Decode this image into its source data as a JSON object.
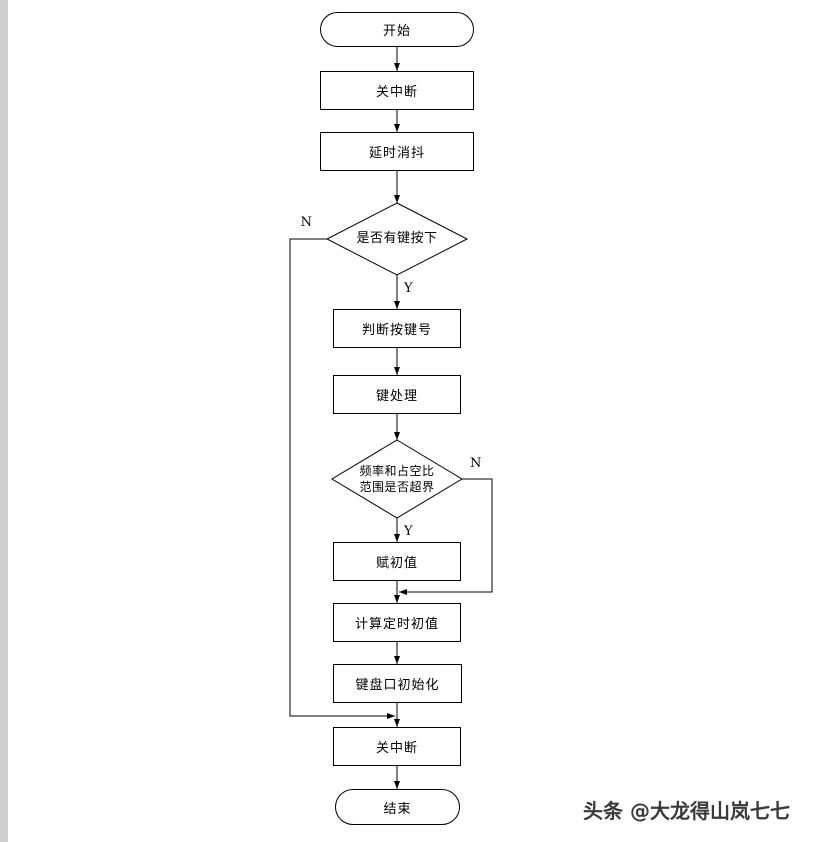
{
  "page": {
    "background": "#ffffff",
    "line_color": "#000000"
  },
  "flowchart": {
    "nodes": {
      "start": {
        "label": "开始"
      },
      "disable_interrupt_top": {
        "label": "关中断"
      },
      "delay_debounce": {
        "label": "延时消抖"
      },
      "key_pressed_decision": {
        "label": "是否有键按下"
      },
      "determine_key_number": {
        "label": "判断按键号"
      },
      "key_processing": {
        "label": "键处理"
      },
      "range_decision": {
        "line1": "频率和占空比",
        "line2": "范围是否超界"
      },
      "assign_initial_value": {
        "label": "赋初值"
      },
      "calc_timer_initial": {
        "label": "计算定时初值"
      },
      "keyboard_port_init": {
        "label": "键盘口初始化"
      },
      "disable_interrupt_bottom": {
        "label": "关中断"
      },
      "end": {
        "label": "结束"
      }
    },
    "edge_labels": {
      "key_pressed_no": "N",
      "key_pressed_yes": "Y",
      "range_no": "N",
      "range_yes": "Y"
    }
  },
  "watermark": {
    "text": "头条 @大龙得山岚七七"
  }
}
